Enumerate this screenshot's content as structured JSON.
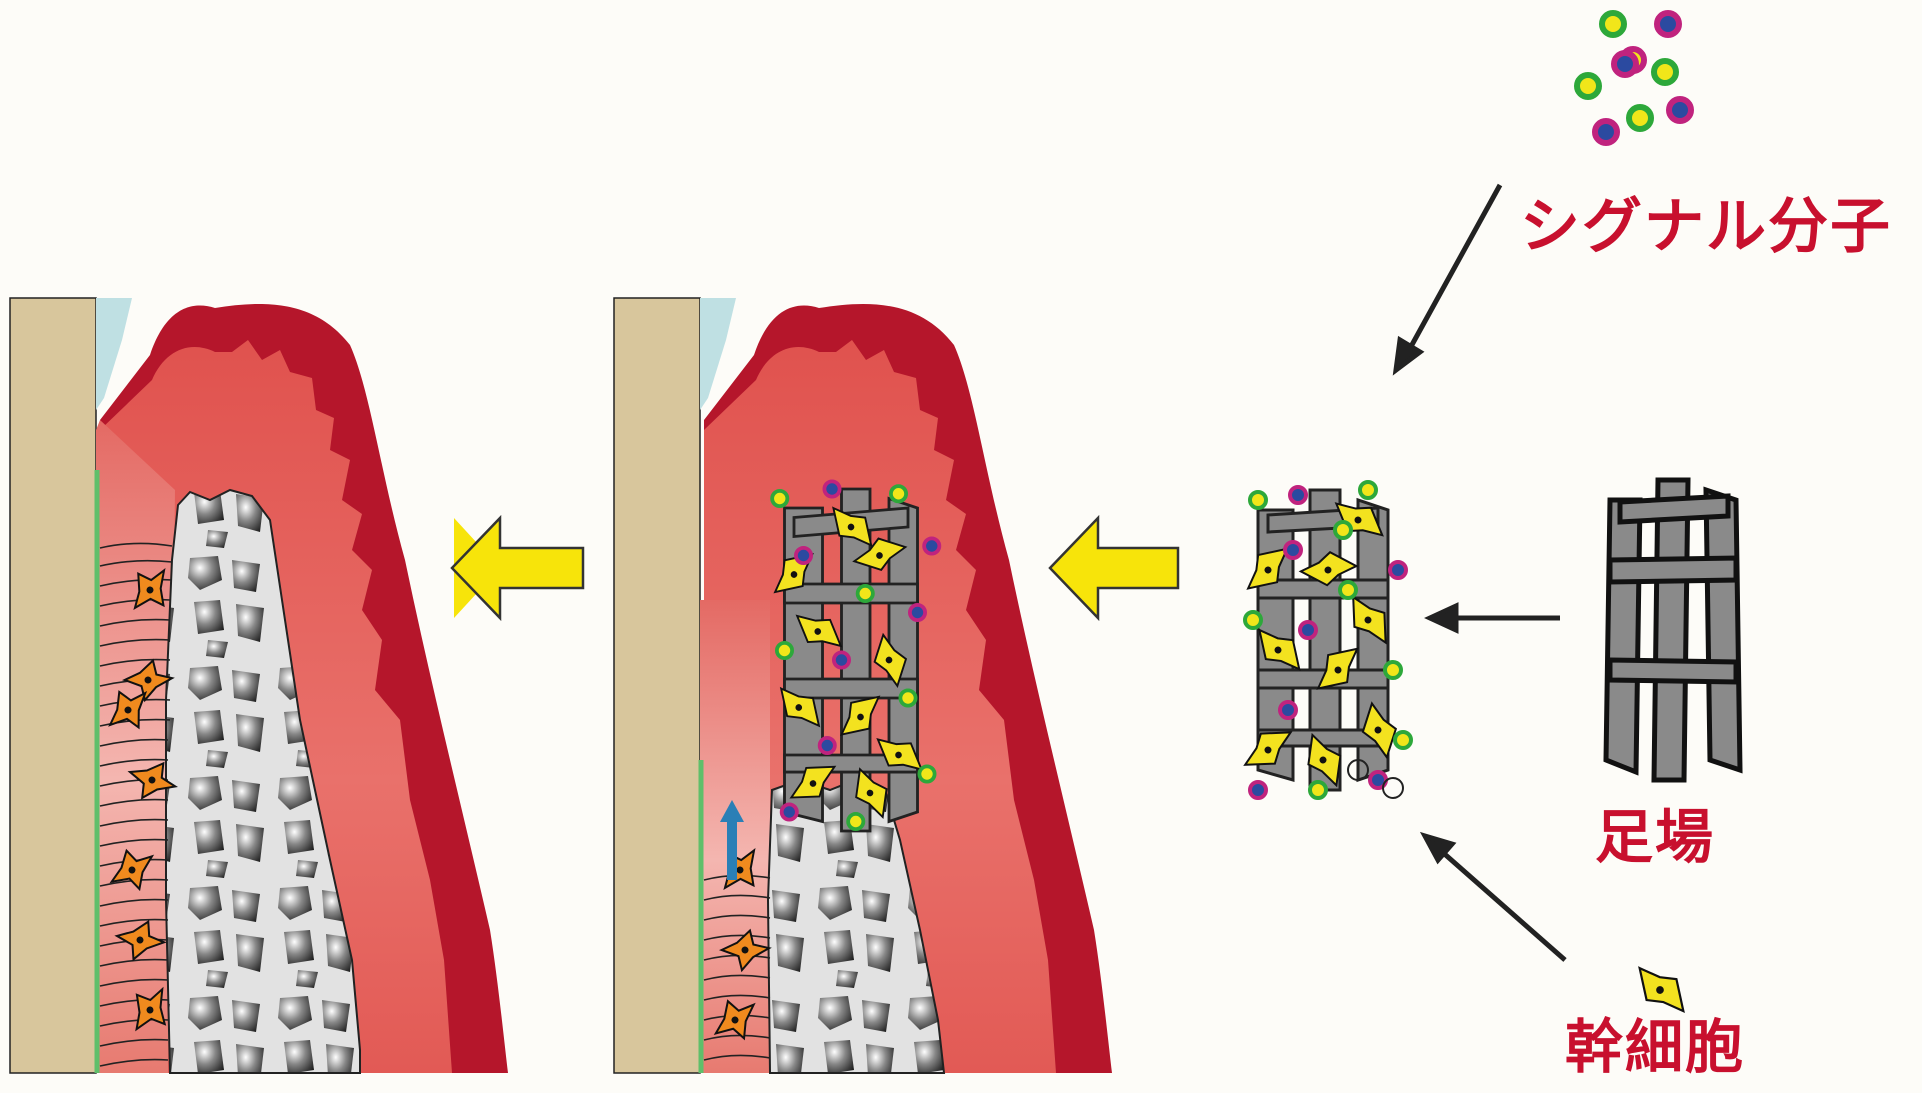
{
  "labels": {
    "signal_molecules": "シグナル分子",
    "scaffold": "足場",
    "stem_cells": "幹細胞"
  },
  "colors": {
    "background": "#fdfcf8",
    "label_red": "#c8102e",
    "tooth_root": "#d8c69c",
    "enamel": "#bfe0e3",
    "gingiva_dark": "#b5162b",
    "gingiva_light": "#e36a64",
    "bone_fill": "#e3e3e3",
    "scaffold_gray": "#8a8a8a",
    "cell_yellow": "#f3e21f",
    "cell_orange": "#f08a1e",
    "arrow_yellow": "#f7e40a",
    "dot_green": "#2da83a",
    "dot_magenta": "#c0237e",
    "dot_yellow": "#f1e61a",
    "dot_blue": "#2b4aa0",
    "regrowth_arrow_blue": "#2a7fb6"
  },
  "icons": [
    "signal-molecule-dot",
    "scaffold-lattice",
    "stem-cell",
    "flow-arrow",
    "process-arrow"
  ]
}
